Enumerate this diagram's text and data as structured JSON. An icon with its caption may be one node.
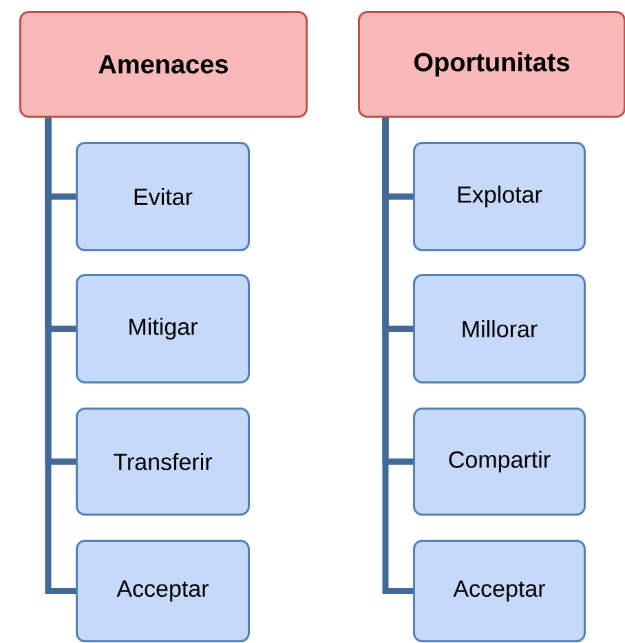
{
  "diagram": {
    "nodes": [
      {
        "text": [
          "Amenaces"
        ]
      },
      {
        "text": [
          "Evitar"
        ]
      },
      {
        "text": [
          "Mitigar"
        ]
      },
      {
        "text": [
          "Transferir"
        ]
      },
      {
        "text": [
          "Acceptar"
        ]
      },
      {
        "text": [
          "Oportunitats"
        ]
      },
      {
        "text": [
          "Explotar"
        ]
      },
      {
        "text": [
          "Millorar"
        ]
      },
      {
        "text": [
          "Compartir"
        ]
      },
      {
        "text": [
          "Acceptar"
        ]
      }
    ],
    "edges": [
      {
        "from": 0,
        "to": 1,
        "arrow": "none"
      },
      {
        "from": 0,
        "to": 2,
        "arrow": "none"
      },
      {
        "from": 0,
        "to": 3,
        "arrow": "none"
      },
      {
        "from": 0,
        "to": 4,
        "arrow": "none"
      },
      {
        "from": 5,
        "to": 6,
        "arrow": "none"
      },
      {
        "from": 5,
        "to": 7,
        "arrow": "none"
      },
      {
        "from": 5,
        "to": 8,
        "arrow": "none"
      },
      {
        "from": 5,
        "to": 9,
        "arrow": "none"
      }
    ]
  }
}
